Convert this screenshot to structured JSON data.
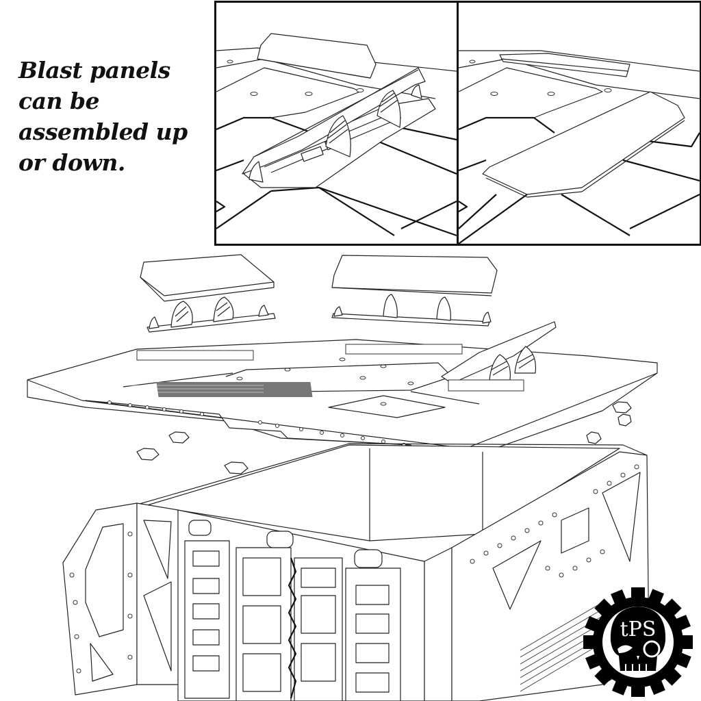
{
  "caption": {
    "lines": [
      "Blast panels",
      "can be",
      "assembled up",
      "or down."
    ]
  },
  "insets": [
    {
      "name": "blast-panel-raised",
      "state": "up"
    },
    {
      "name": "blast-panel-lowered",
      "state": "down"
    }
  ],
  "logo": {
    "text": "tPS",
    "shape": "gear-with-skull-monocle",
    "color": "#000000"
  },
  "colors": {
    "background": "#ffffff",
    "line": "#222222",
    "frame": "#111111"
  }
}
